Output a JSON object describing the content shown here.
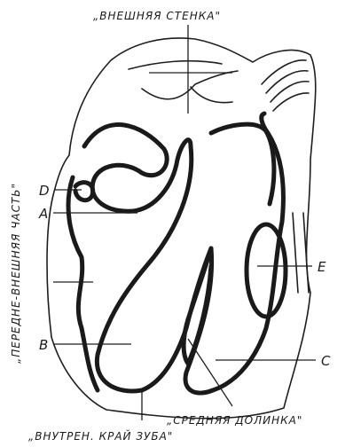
{
  "labels": {
    "top": "„ВНЕШНЯЯ СТЕНКА\"",
    "left": "„ПЕРЕДНЕ-ВНЕШНЯЯ ЧАСТЬ\"",
    "middle_valley": "„СРЕДНЯЯ ДОЛИНКА\"",
    "bottom": "„ВНУТРЕН. КРАЙ ЗУБА\""
  },
  "markers": {
    "d": "D",
    "a": "A",
    "b": "B",
    "c": "C",
    "e": "E"
  }
}
